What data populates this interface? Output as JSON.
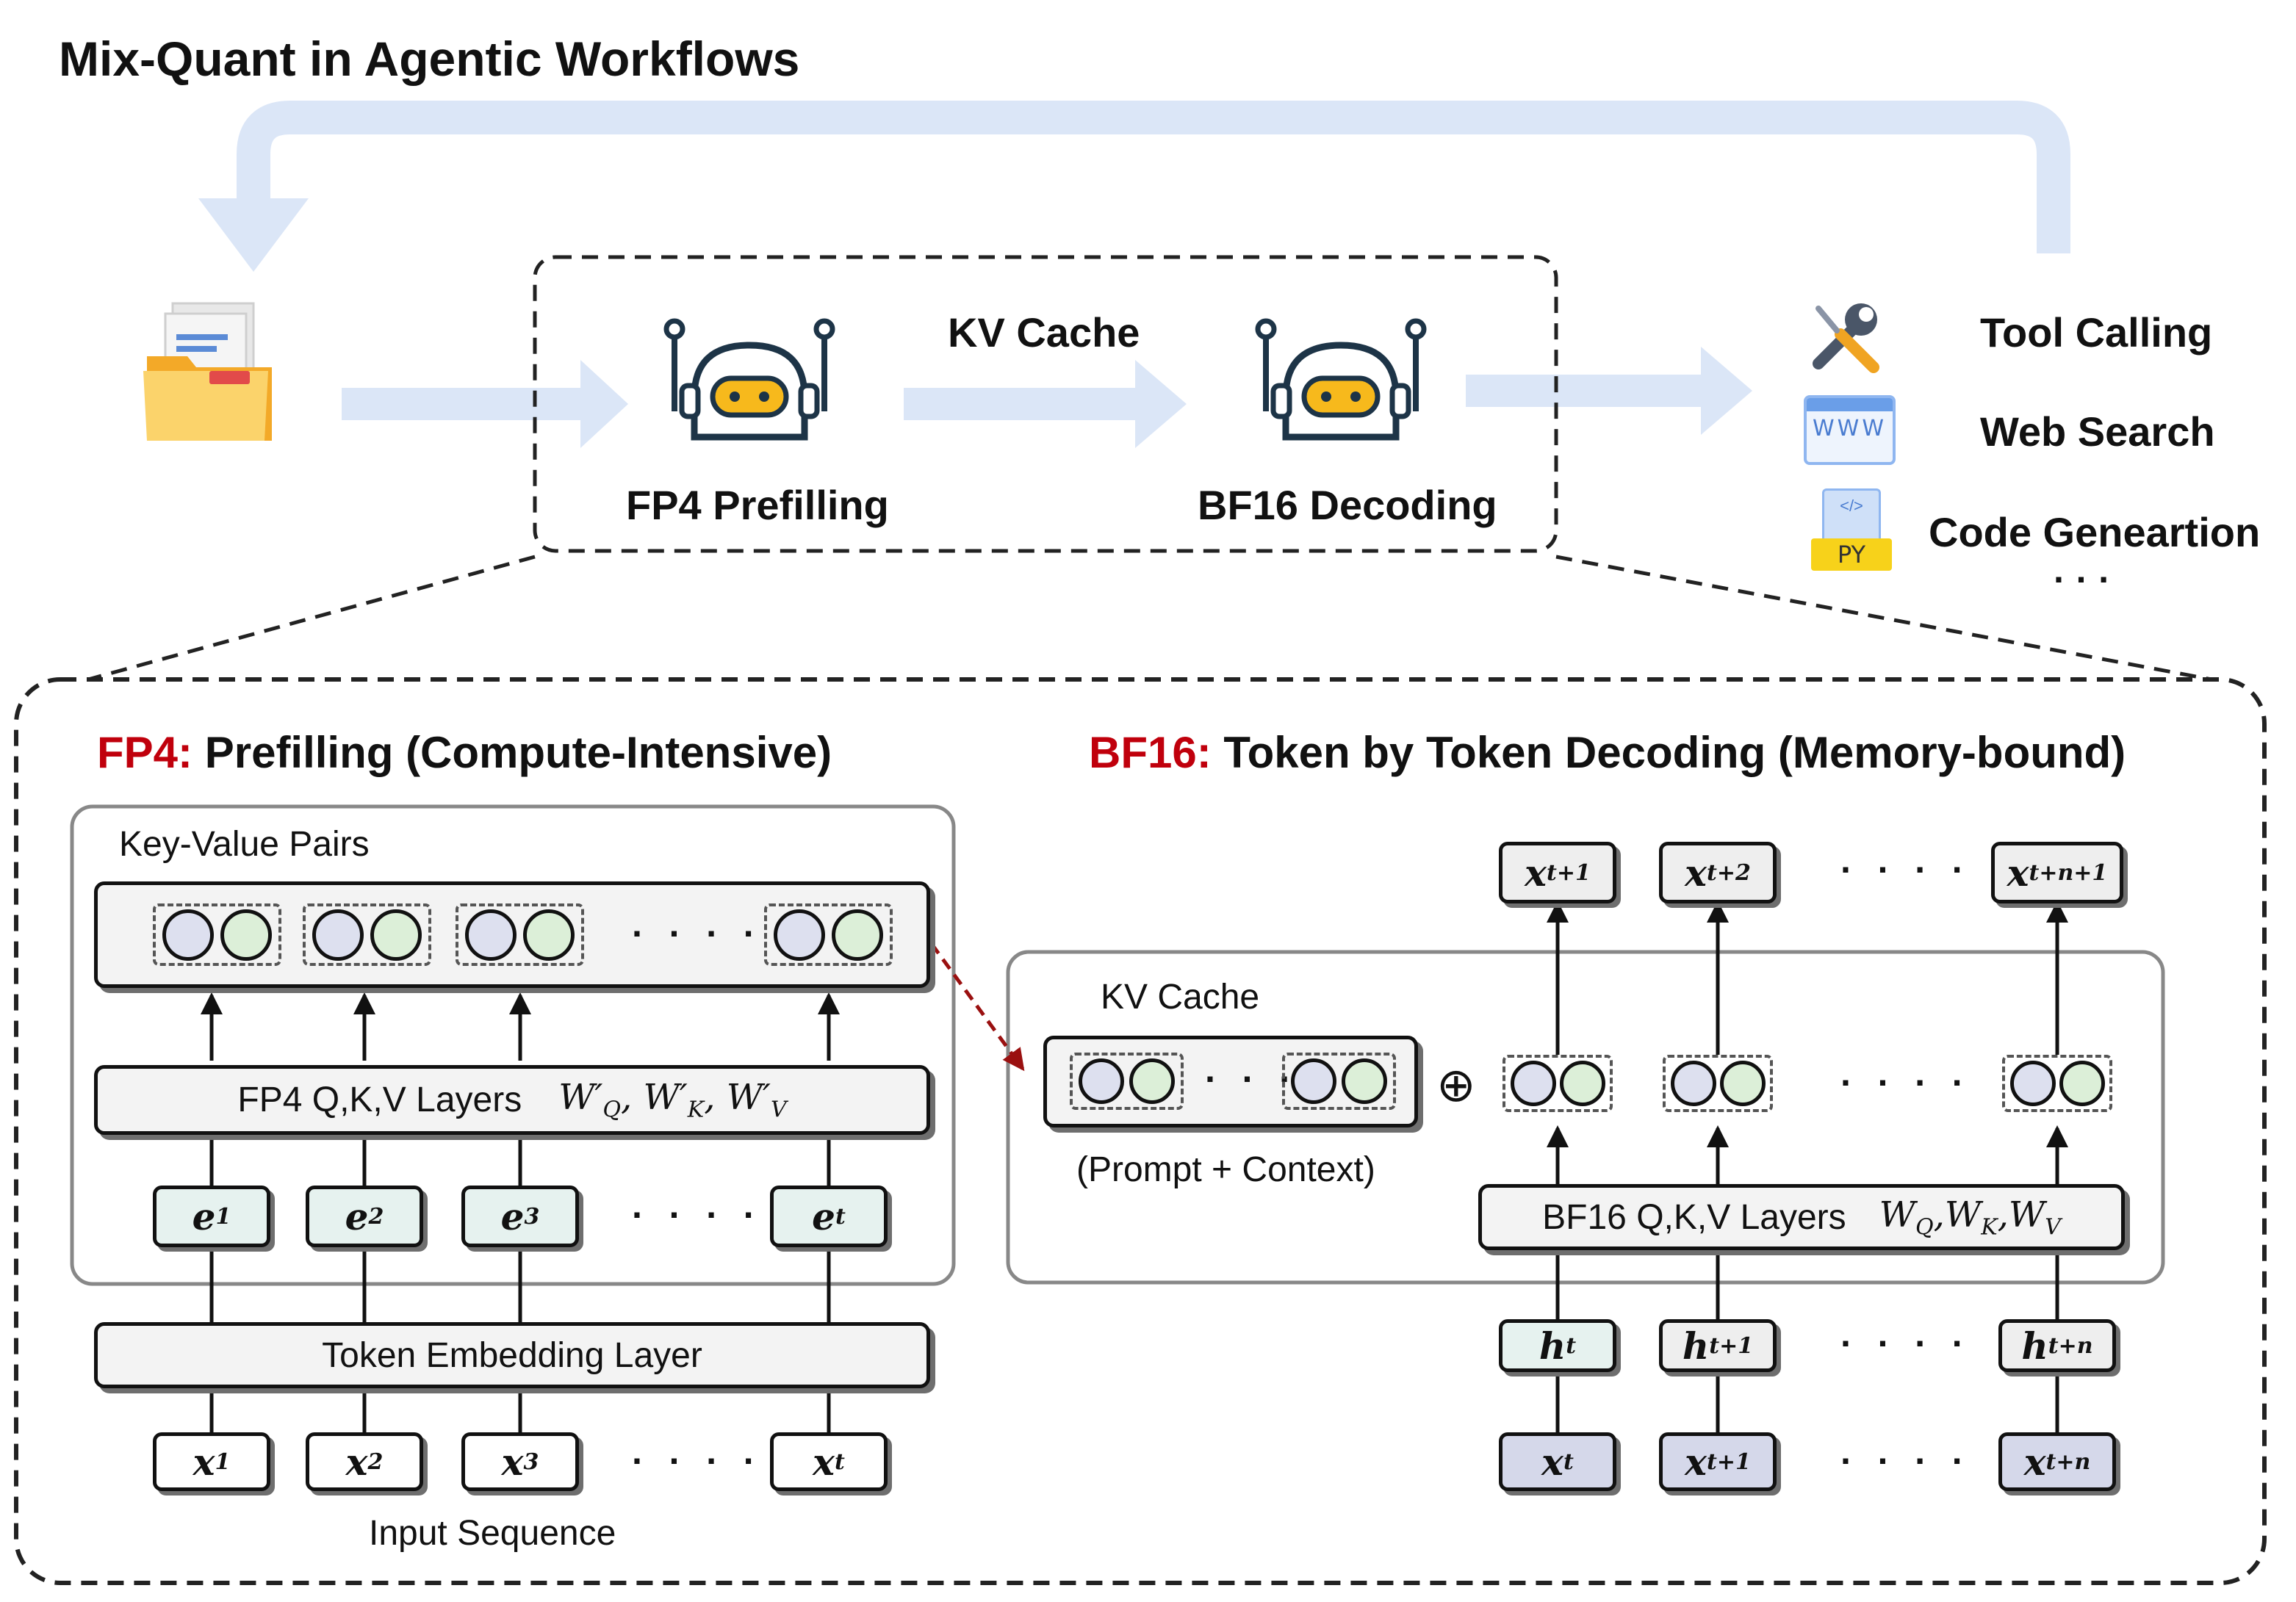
{
  "title": "Mix-Quant in Agentic Workflows",
  "top": {
    "kv_cache_label": "KV Cache",
    "prefill_label": "FP4 Prefilling",
    "decode_label": "BF16 Decoding",
    "tools": [
      {
        "label": "Tool Calling",
        "icon": "wrench-screwdriver-icon"
      },
      {
        "label": "Web Search",
        "icon": "www-browser-icon",
        "icon_text": "WWW"
      },
      {
        "label": "Code Genеartion",
        "icon": "python-file-icon",
        "icon_text": "PY"
      }
    ],
    "ellipsis": "· · ·"
  },
  "left": {
    "heading_prefix": "FP4:",
    "heading_rest": " Prefilling (Compute-Intensive)",
    "kv_pairs_label": "Key-Value Pairs",
    "qkv_layer_label": "FP4 Q,K,V Layers",
    "qkv_weights": "W′Q, W′K, W′V",
    "embedding_label": "Token Embedding Layer",
    "input_label": "Input Sequence",
    "dots": "· · · ·",
    "e_tokens": [
      {
        "base": "e",
        "sub": "1"
      },
      {
        "base": "e",
        "sub": "2"
      },
      {
        "base": "e",
        "sub": "3"
      },
      {
        "base": "e",
        "sub": "t"
      }
    ],
    "x_tokens": [
      {
        "base": "x",
        "sub": "1"
      },
      {
        "base": "x",
        "sub": "2"
      },
      {
        "base": "x",
        "sub": "3"
      },
      {
        "base": "x",
        "sub": "t"
      }
    ]
  },
  "right": {
    "heading_prefix": "BF16:",
    "heading_rest": " Token by Token Decoding (Memory-bound)",
    "kv_cache_label": "KV Cache",
    "prompt_context": "(Prompt + Context)",
    "oplus": "⊕",
    "qkv_layer_label": "BF16 Q,K,V Layers",
    "qkv_weights": "WQ,WK,WV",
    "dots": "· · · ·",
    "kv_dots": "· · ·",
    "out_tokens": [
      {
        "base": "x",
        "sub": "t+1"
      },
      {
        "base": "x",
        "sub": "t+2"
      },
      {
        "base": "x",
        "sub": "t+n+1"
      }
    ],
    "h_tokens": [
      {
        "base": "h",
        "sub": "t"
      },
      {
        "base": "h",
        "sub": "t+1"
      },
      {
        "base": "h",
        "sub": "t+n"
      }
    ],
    "x_tokens": [
      {
        "base": "x",
        "sub": "t"
      },
      {
        "base": "x",
        "sub": "t+1"
      },
      {
        "base": "x",
        "sub": "t+n"
      }
    ]
  }
}
